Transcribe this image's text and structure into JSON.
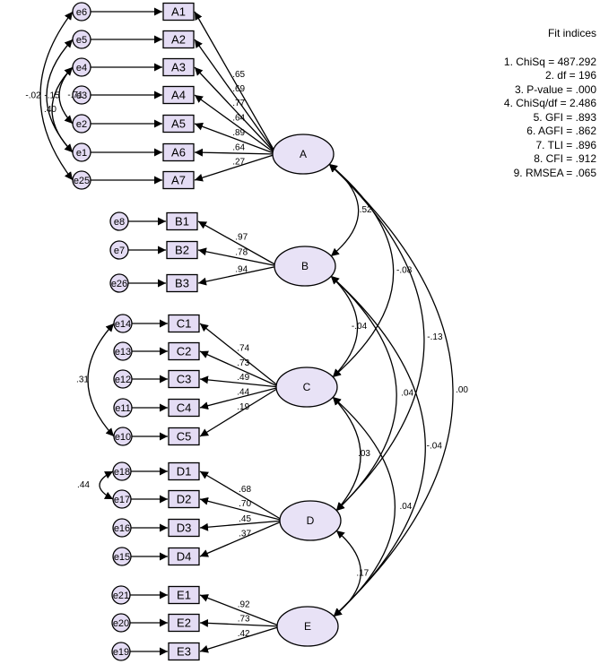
{
  "fit_indices": {
    "title": "Fit indices",
    "items": [
      "1. ChiSq = 487.292",
      "2. df = 196",
      "3. P-value = .000",
      "4. ChiSq/df = 2.486",
      "5. GFI = .893",
      "6. AGFI = .862",
      "7. TLI = .896",
      "8. CFI = .912",
      "9. RMSEA = .065"
    ]
  },
  "colors": {
    "fill": "#e4dcf4",
    "stroke": "#000000",
    "latent_fill": "#e8e2f6"
  },
  "latents": [
    {
      "id": "A",
      "label": "A"
    },
    {
      "id": "B",
      "label": "B"
    },
    {
      "id": "C",
      "label": "C"
    },
    {
      "id": "D",
      "label": "D"
    },
    {
      "id": "E",
      "label": "E"
    }
  ],
  "indicators": [
    {
      "label": "A1",
      "error": "e6",
      "latent": "A",
      "loading": ".65"
    },
    {
      "label": "A2",
      "error": "e5",
      "latent": "A",
      "loading": ".69"
    },
    {
      "label": "A3",
      "error": "e4",
      "latent": "A",
      "loading": ".77"
    },
    {
      "label": "A4",
      "error": "e3",
      "latent": "A",
      "loading": ".64"
    },
    {
      "label": "A5",
      "error": "e2",
      "latent": "A",
      "loading": ".89"
    },
    {
      "label": "A6",
      "error": "e1",
      "latent": "A",
      "loading": ".64"
    },
    {
      "label": "A7",
      "error": "e25",
      "latent": "A",
      "loading": ".27"
    },
    {
      "label": "B1",
      "error": "e8",
      "latent": "B",
      "loading": ".97"
    },
    {
      "label": "B2",
      "error": "e7",
      "latent": "B",
      "loading": ".78"
    },
    {
      "label": "B3",
      "error": "e26",
      "latent": "B",
      "loading": ".94"
    },
    {
      "label": "C1",
      "error": "e14",
      "latent": "C",
      "loading": ".74"
    },
    {
      "label": "C2",
      "error": "e13",
      "latent": "C",
      "loading": ".73"
    },
    {
      "label": "C3",
      "error": "e12",
      "latent": "C",
      "loading": ".49"
    },
    {
      "label": "C4",
      "error": "e11",
      "latent": "C",
      "loading": ".44"
    },
    {
      "label": "C5",
      "error": "e10",
      "latent": "C",
      "loading": ".19"
    },
    {
      "label": "D1",
      "error": "e18",
      "latent": "D",
      "loading": ".68"
    },
    {
      "label": "D2",
      "error": "e17",
      "latent": "D",
      "loading": ".70"
    },
    {
      "label": "D3",
      "error": "e16",
      "latent": "D",
      "loading": ".45"
    },
    {
      "label": "D4",
      "error": "e15",
      "latent": "D",
      "loading": ".37"
    },
    {
      "label": "E1",
      "error": "e21",
      "latent": "E",
      "loading": ".92"
    },
    {
      "label": "E2",
      "error": "e20",
      "latent": "E",
      "loading": ".73"
    },
    {
      "label": "E3",
      "error": "e19",
      "latent": "E",
      "loading": ".42"
    }
  ],
  "latent_covariances": [
    {
      "from": "A",
      "to": "B",
      "value": ".52"
    },
    {
      "from": "A",
      "to": "C",
      "value": "-.08"
    },
    {
      "from": "A",
      "to": "D",
      "value": "-.13"
    },
    {
      "from": "A",
      "to": "E",
      "value": ".00"
    },
    {
      "from": "B",
      "to": "C",
      "value": "-.04"
    },
    {
      "from": "B",
      "to": "D",
      "value": ".04"
    },
    {
      "from": "B",
      "to": "E",
      "value": "-.04"
    },
    {
      "from": "C",
      "to": "D",
      "value": ".03"
    },
    {
      "from": "C",
      "to": "E",
      "value": ".04"
    },
    {
      "from": "D",
      "to": "E",
      "value": ".17"
    }
  ],
  "error_covariances": [
    {
      "from": "e6",
      "to": "e25",
      "value": "-.02"
    },
    {
      "from": "e5",
      "to": "e1",
      "value": "-.15"
    },
    {
      "from": "e4",
      "to": "e2",
      "value": "-.71"
    },
    {
      "from": "e4",
      "to": "e1",
      "value": ".40"
    },
    {
      "from": "e14",
      "to": "e10",
      "value": ".31"
    },
    {
      "from": "e18",
      "to": "e17",
      "value": ".44"
    }
  ]
}
